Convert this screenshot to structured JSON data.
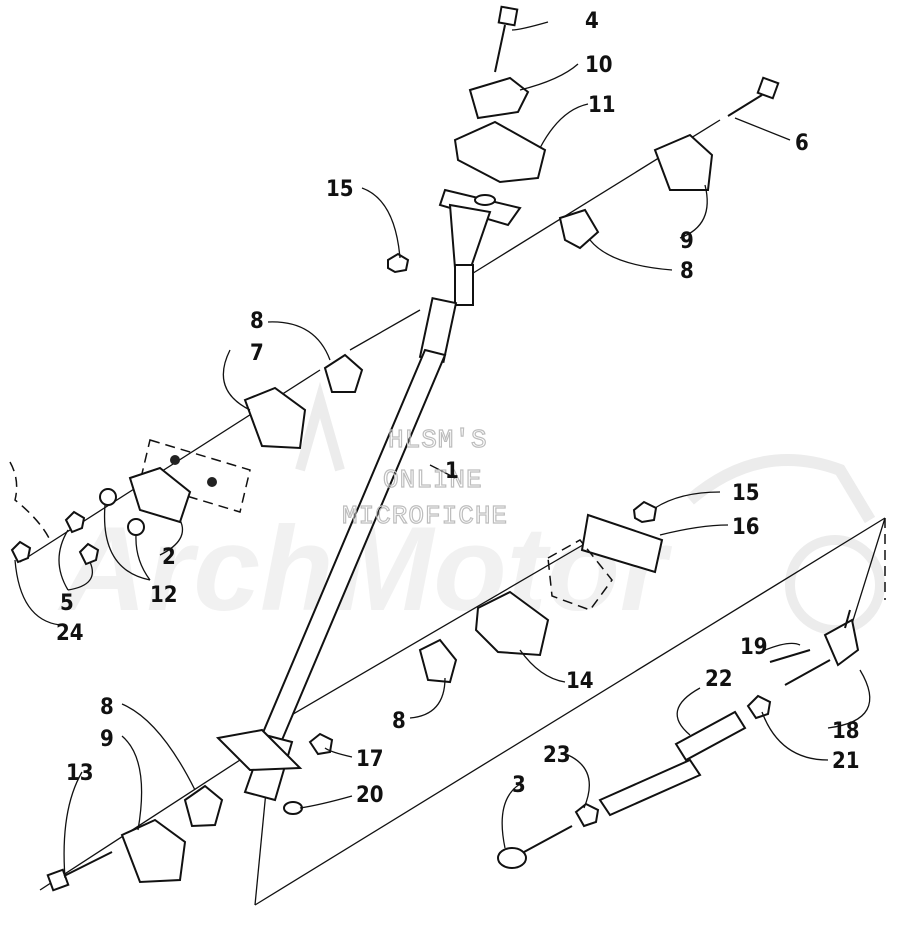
{
  "diagram": {
    "watermark": {
      "line1": "HLSM'S",
      "line2": "ONLINE",
      "line3": "MICROFICHE",
      "logo": "ArchMotor"
    },
    "callouts": [
      {
        "id": "c4",
        "label": "4"
      },
      {
        "id": "c10",
        "label": "10"
      },
      {
        "id": "c11",
        "label": "11"
      },
      {
        "id": "c6",
        "label": "6"
      },
      {
        "id": "c15a",
        "label": "15"
      },
      {
        "id": "c9a",
        "label": "9"
      },
      {
        "id": "c8a",
        "label": "8"
      },
      {
        "id": "c8b",
        "label": "8"
      },
      {
        "id": "c7",
        "label": "7"
      },
      {
        "id": "c1",
        "label": "1"
      },
      {
        "id": "c15b",
        "label": "15"
      },
      {
        "id": "c16",
        "label": "16"
      },
      {
        "id": "c2",
        "label": "2"
      },
      {
        "id": "c12",
        "label": "12"
      },
      {
        "id": "c5",
        "label": "5"
      },
      {
        "id": "c24",
        "label": "24"
      },
      {
        "id": "c14",
        "label": "14"
      },
      {
        "id": "c19",
        "label": "19"
      },
      {
        "id": "c22",
        "label": "22"
      },
      {
        "id": "c18",
        "label": "18"
      },
      {
        "id": "c21",
        "label": "21"
      },
      {
        "id": "c8c",
        "label": "8"
      },
      {
        "id": "c17",
        "label": "17"
      },
      {
        "id": "c8d",
        "label": "8"
      },
      {
        "id": "c9b",
        "label": "9"
      },
      {
        "id": "c13",
        "label": "13"
      },
      {
        "id": "c20",
        "label": "20"
      },
      {
        "id": "c23",
        "label": "23"
      },
      {
        "id": "c3",
        "label": "3"
      }
    ]
  }
}
